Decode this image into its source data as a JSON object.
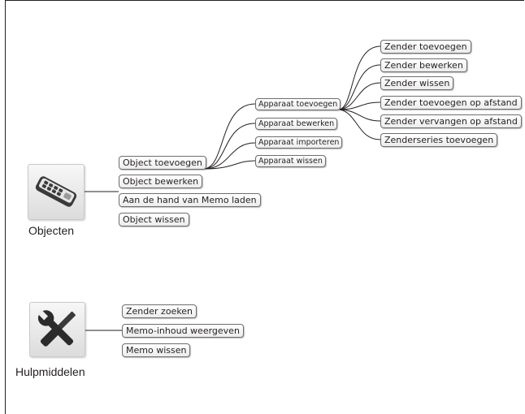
{
  "sections": {
    "objects": {
      "label": "Objecten",
      "icon": "remote-control-icon",
      "items": [
        "Object toevoegen",
        "Object bewerken",
        "Aan de hand van Memo laden",
        "Object wissen"
      ]
    },
    "device": {
      "items": [
        "Apparaat toevoegen",
        "Apparaat bewerken",
        "Apparaat importeren",
        "Apparaat wissen"
      ]
    },
    "transmitter": {
      "items": [
        "Zender toevoegen",
        "Zender bewerken",
        "Zender wissen",
        "Zender toevoegen op afstand",
        "Zender vervangen op afstand",
        "Zenderseries toevoegen"
      ]
    },
    "tools": {
      "label": "Hulpmiddelen",
      "icon": "tools-icon",
      "items": [
        "Zender zoeken",
        "Memo-inhoud weergeven",
        "Memo wissen"
      ]
    }
  }
}
